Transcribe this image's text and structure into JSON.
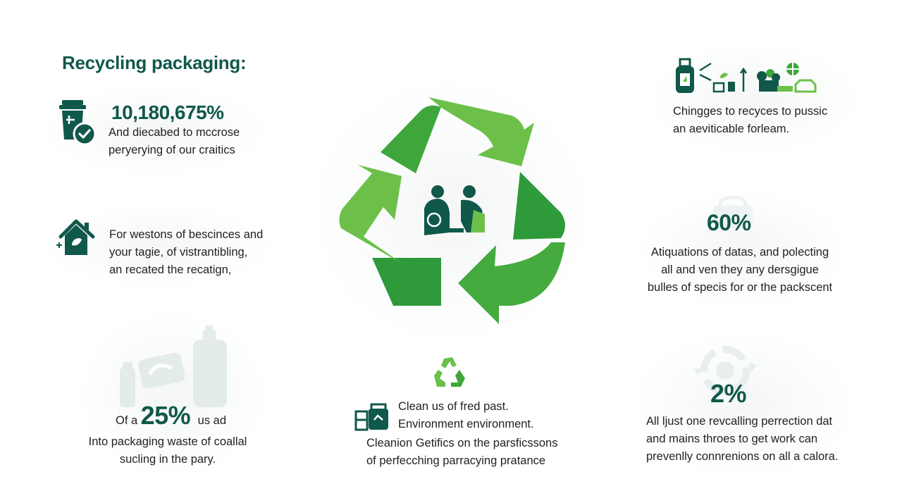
{
  "title": "Recycling packaging:",
  "block1": {
    "stat": "10,180,675%",
    "lines": [
      "And diecabed to mccrose",
      "peryerying of our craitics"
    ],
    "icon": "recycle-bin-check-icon"
  },
  "block2": {
    "lines": [
      "For westons of bescinces and",
      "your tagie, of vistrantibling,",
      "an recated the recatign,"
    ],
    "icon": "eco-house-icon"
  },
  "block3": {
    "prefix": "Of a",
    "stat": "25%",
    "suffix": "us ad",
    "lines": [
      "Into packaging waste of coallal",
      "sucling in the pary."
    ],
    "icon": "bottles-containers-icon"
  },
  "block4": {
    "lines": [
      "Clean us of fred past.",
      "Environment environment.",
      "Cleanion Getifics on  the parsficssons",
      "of perfecching parracying pratance"
    ],
    "icons": [
      "small-recycle-icon",
      "packaging-boxes-icon"
    ]
  },
  "block5": {
    "lines": [
      "Chingges to recyces to pussic",
      "an aeviticable forleam."
    ],
    "icon": "recycling-process-icons"
  },
  "block6": {
    "stat": "60%",
    "lines": [
      "Atiquations of datas, and polecting",
      "all and ven they any dersgigue",
      "bulles of specis for or the packscent"
    ],
    "icon": "faded-bag-icon"
  },
  "block7": {
    "stat": "2%",
    "lines": [
      "All ljust one revcalling perrection dat",
      "and mains throes to get work can",
      "prevenlly connrenions on all a calora."
    ],
    "icon": "faded-cycle-icon"
  },
  "center": {
    "icon": "recycle-arrows-people-icon"
  },
  "colors": {
    "dark_green": "#10584a",
    "mid_green": "#3fa63c",
    "light_green": "#6cc04a"
  }
}
